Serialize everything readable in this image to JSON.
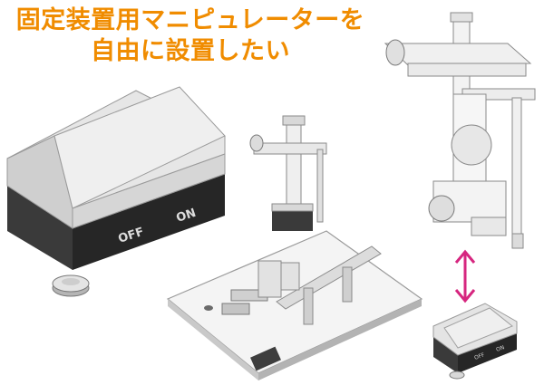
{
  "headline": {
    "line1": "固定装置用マニピュレーターを",
    "line2": "自由に設置したい"
  },
  "switch_base": {
    "off_label": "OFF",
    "on_label": "ON"
  },
  "small_switch_base": {
    "off_label": "OFF",
    "on_label": "ON"
  },
  "colors": {
    "headline": "#f08c00",
    "arrow": "#d6267f",
    "base_dark": "#2e2e2e",
    "base_top": "#d8d8d8"
  }
}
